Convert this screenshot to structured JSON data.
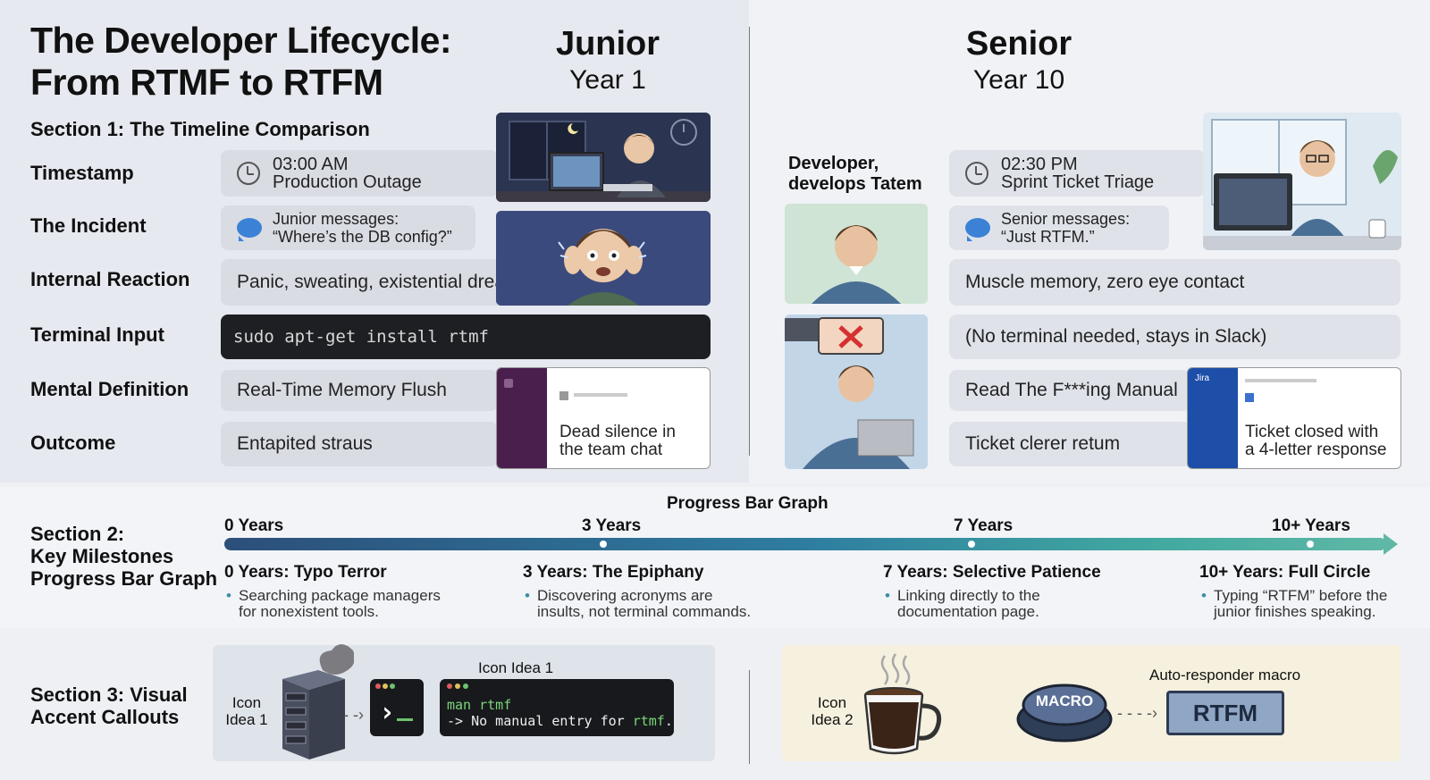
{
  "title": {
    "line1": "The Developer Lifecycle:",
    "line2": "From RTMF to RTFM"
  },
  "junior": {
    "name": "Junior",
    "year": "Year 1"
  },
  "senior": {
    "name": "Senior",
    "year": "Year 10"
  },
  "section1": {
    "title": "Section 1: The Timeline Comparison",
    "rows": {
      "timestamp": "Timestamp",
      "incident": "The Incident",
      "reaction": "Internal Reaction",
      "terminal": "Terminal Input",
      "definition": "Mental Definition",
      "outcome": "Outcome"
    },
    "junior_cells": {
      "time": "03:00 AM",
      "time_event": "Production Outage",
      "msg_prefix": "Junior messages:",
      "msg_text": "“Where’s the DB config?”",
      "reaction": "Panic, sweating, existential dread",
      "terminal": "sudo apt-get install rtmf",
      "definition": "Real-Time Memory Flush",
      "outcome": "Entapited straus",
      "chat_caption_1": "Dead silence in",
      "chat_caption_2": "the team chat"
    },
    "senior_cells": {
      "portrait_caption_1": "Developer,",
      "portrait_caption_2": "develops Tatem",
      "time": "02:30 PM",
      "time_event": "Sprint Ticket Triage",
      "msg_prefix": "Senior messages:",
      "msg_text": "“Just RTFM.”",
      "reaction": "Muscle memory, zero eye contact",
      "terminal": "(No terminal needed, stays in Slack)",
      "definition": "Read The F***ing Manual",
      "outcome": "Ticket clerer retum",
      "jira_label": "Jira",
      "jira_caption_1": "Ticket closed with",
      "jira_caption_2": "a 4-letter response"
    }
  },
  "section2": {
    "title_1": "Section 2:",
    "title_2": "Key Milestones",
    "title_3": "Progress Bar Graph",
    "graph_title": "Progress Bar Graph",
    "milestones": [
      {
        "tick": "0 Years",
        "title": "0 Years: Typo Terror",
        "line1": "Searching package managers",
        "line2": "for nonexistent tools."
      },
      {
        "tick": "3 Years",
        "title": "3 Years: The Epiphany",
        "line1": "Discovering acronyms are",
        "line2": "insults, not terminal commands."
      },
      {
        "tick": "7 Years",
        "title": "7 Years: Selective Patience",
        "line1": "Linking directly to the",
        "line2": "documentation page."
      },
      {
        "tick": "10+ Years",
        "title": "10+ Years: Full Circle",
        "line1": "Typing “RTFM” before the",
        "line2": "junior finishes speaking."
      }
    ]
  },
  "section3": {
    "title_1": "Section 3: Visual",
    "title_2": "Accent Callouts",
    "icon1_1": "Icon",
    "icon1_2": "Idea 1",
    "term_title": "Icon Idea 1",
    "term_cmd": "man rtmf",
    "term_out_prefix": "-> No manual entry for ",
    "term_out_word": "rtmf",
    "term_out_suffix": ".",
    "icon2_1": "Icon",
    "icon2_2": "Idea 2",
    "macro_title": "Auto-responder macro",
    "macro_button": "MACRO",
    "macro_output": "RTFM"
  }
}
